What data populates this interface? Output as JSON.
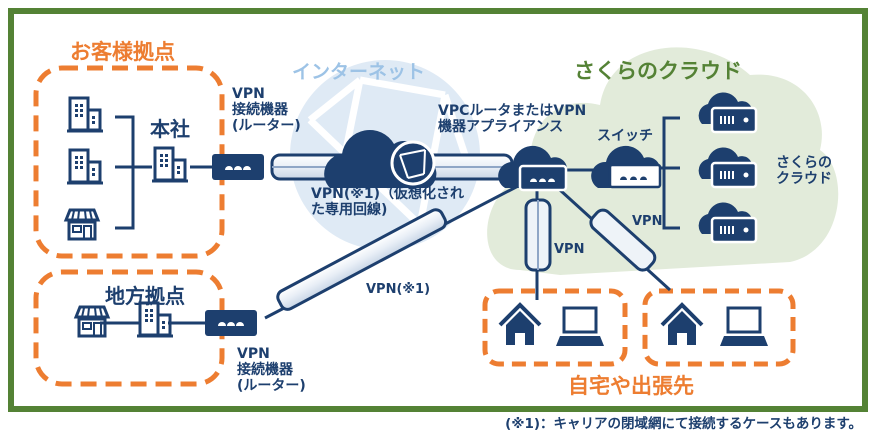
{
  "sections": {
    "customer_sites": "お客様拠点",
    "internet": "インターネット",
    "sakura_cloud": "さくらのクラウド",
    "regional_site": "地方拠点",
    "home_travel": "自宅や出張先"
  },
  "labels": {
    "headquarters": "本社",
    "vpn_device_top": [
      "VPN",
      "接続機器",
      "(ルーター)"
    ],
    "vpn_device_bottom": [
      "VPN",
      "接続機器",
      "(ルーター)"
    ],
    "vpc_router": [
      "VPCルータまたはVPN",
      "機器アプライアンス"
    ],
    "switch": "スイッチ",
    "sakura_cloud_servers": [
      "さくらの",
      "クラウド"
    ],
    "vpn_virtual_line": [
      "VPN(※1)（仮想化され",
      "た専用回線)"
    ],
    "vpn_regional": "VPN(※1)",
    "vpn_home": "VPN",
    "vpn_travel": "VPN"
  },
  "footnote": "(※1)：キャリアの閉域網にて接続するケースもあります。",
  "colors": {
    "frame": "#548235",
    "accent_orange": "#ed7d31",
    "navy": "#1d3f6e",
    "cloud_bg": "#e2ebda",
    "internet_bg": "#dfeaf5"
  }
}
